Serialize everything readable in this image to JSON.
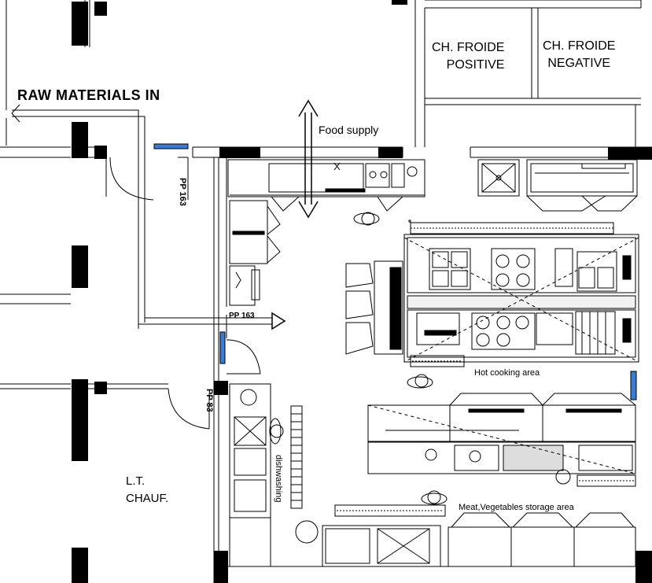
{
  "labels": {
    "raw_materials": "RAW MATERIALS IN",
    "food_supply": "Food supply",
    "cold_room_positive_line1": "CH. FROIDE",
    "cold_room_positive_line2": "POSITIVE",
    "cold_room_negative_line1": "CH. FROIDE",
    "cold_room_negative_line2": "NEGATIVE",
    "hot_cooking_area": "Hot cooking area",
    "meat_vegetables_storage": "Meat,Vegetables storage  area",
    "lt_chauf_line1": "L.T.",
    "lt_chauf_line2": "CHAUF.",
    "door_pp163_top": "PP 163",
    "door_pp163_mid": "PP 163",
    "door_pp83": "PP 83",
    "dishwashing": "dishwashing"
  },
  "colors": {
    "line": "#000000",
    "wall": "#000000",
    "door_light": "#3a7bd5",
    "background": "#ffffff"
  },
  "icons": {
    "flow_arrow": "arrow-right-icon",
    "supply_arrow": "double-arrow-icon",
    "door_light": "door-light-icon",
    "chef": "chef-icon",
    "sink": "sink-icon",
    "burner": "burner-icon"
  }
}
